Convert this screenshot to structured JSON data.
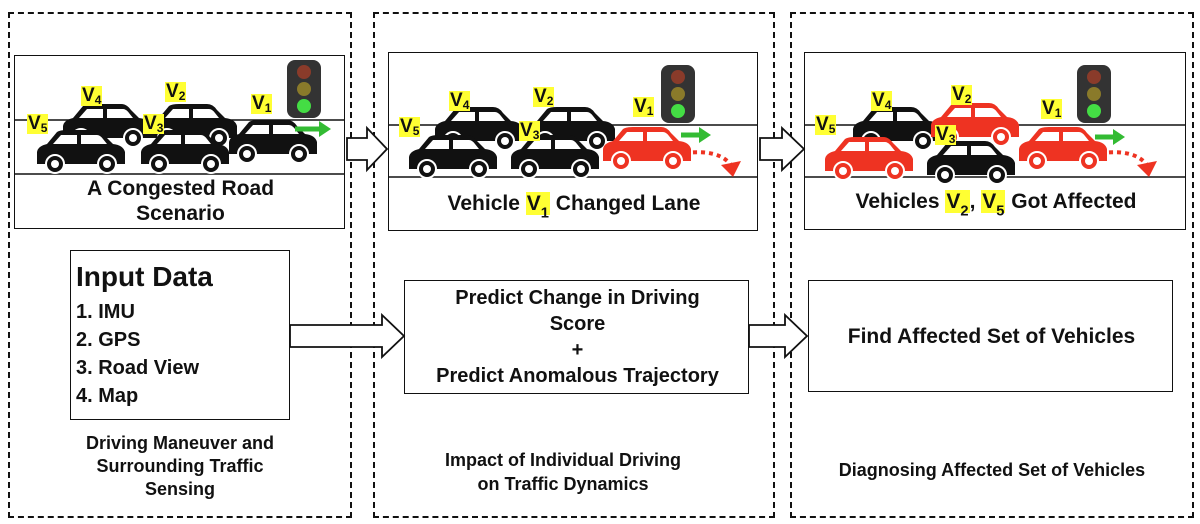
{
  "panels": [
    {
      "scene_caption_line1": "A Congested Road",
      "scene_caption_line2": "Scenario",
      "box_title": "Input Data",
      "box_items": [
        "1. IMU",
        "2. GPS",
        "3. Road View",
        "4. Map"
      ],
      "stage_label_line1": "Driving Maneuver and",
      "stage_label_line2": "Surrounding Traffic",
      "stage_label_line3": "Sensing"
    },
    {
      "scene_caption_prefix": "Vehicle",
      "scene_caption_suffix": "Changed Lane",
      "box_line1": "Predict Change in Driving",
      "box_line2": "Score",
      "box_plus": "+",
      "box_line3": "Predict Anomalous Trajectory",
      "stage_label_line1": "Impact of Individual Driving",
      "stage_label_line2": "on Traffic Dynamics"
    },
    {
      "scene_caption_prefix": "Vehicles",
      "scene_caption_mid": ",",
      "scene_caption_suffix": "Got Affected",
      "box_line1": "Find Affected Set of Vehicles",
      "stage_label_line1": "Diagnosing Affected Set of Vehicles"
    }
  ],
  "vehicle_label_letter": "V",
  "vehicle_numbers": [
    "1",
    "2",
    "3",
    "4",
    "5"
  ],
  "colors": {
    "car_black": "#111111",
    "car_red": "#ee3322",
    "highlight": "#ffff33",
    "green_arrow": "#33bb33",
    "red_arrow": "#ee3322"
  }
}
